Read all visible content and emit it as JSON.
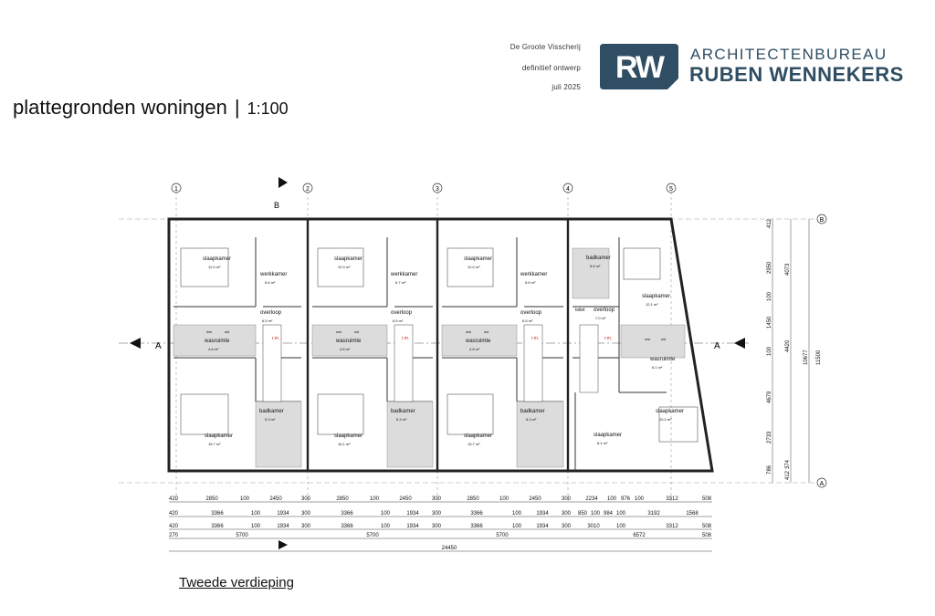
{
  "header": {
    "project": "De Groote Visscherij",
    "phase": "definitief ontwerp",
    "date": "juli 2025",
    "title": "plattegronden woningen",
    "separator": "|",
    "scale": "1:100"
  },
  "logo": {
    "mark": "RW",
    "line1": "ARCHITECTENBUREAU",
    "line2": "RUBEN WENNEKERS",
    "color": "#2f4d63"
  },
  "plan": {
    "grid_labels": [
      "1",
      "2",
      "3",
      "4",
      "5"
    ],
    "row_labels": [
      "B",
      "A"
    ],
    "section_labels": {
      "a_left": "A",
      "a_right": "A",
      "b_top": "B"
    },
    "rooms": [
      {
        "name": "slaapkamer",
        "area": "12.0 m²"
      },
      {
        "name": "werkkamer",
        "area": "5.6 m²"
      },
      {
        "name": "overloop",
        "area": "6.5 m²"
      },
      {
        "name": "wasruimte",
        "area": "4.8 m²"
      },
      {
        "name": "slaapkamer",
        "area": "15.7 m²"
      },
      {
        "name": "badkamer",
        "area": "5.3 m²"
      },
      {
        "name": "slaapkamer",
        "area": "12.0 m²"
      },
      {
        "name": "werkkamer",
        "area": "6.7 m²"
      },
      {
        "name": "overloop",
        "area": "6.5 m²"
      },
      {
        "name": "wasruimte",
        "area": "4.8 m²"
      },
      {
        "name": "slaapkamer",
        "area": "16.1 m²"
      },
      {
        "name": "badkamer",
        "area": "5.3 m²"
      },
      {
        "name": "slaapkamer",
        "area": "12.0 m²"
      },
      {
        "name": "werkkamer",
        "area": "5.6 m²"
      },
      {
        "name": "overloop",
        "area": "6.5 m²"
      },
      {
        "name": "wasruimte",
        "area": "4.8 m²"
      },
      {
        "name": "slaapkamer",
        "area": "15.7 m²"
      },
      {
        "name": "badkamer",
        "area": "5.3 m²"
      },
      {
        "name": "badkamer",
        "area": "5.6 m²"
      },
      {
        "name": "toilet",
        "area": ""
      },
      {
        "name": "overloop",
        "area": "7.0 m²"
      },
      {
        "name": "slaapkamer",
        "area": "12.1 m²"
      },
      {
        "name": "wasruimte",
        "area": "6.1 m²"
      },
      {
        "name": "slaapkamer",
        "area": "10.2 m²"
      },
      {
        "name": "slaapkamer",
        "area": "8.1 m²"
      }
    ],
    "fixtures": {
      "washer": "wm",
      "dryer": "wd",
      "rm": "r.m."
    },
    "dim_rows": [
      [
        "420",
        "2850",
        "100",
        "2450",
        "300",
        "2850",
        "100",
        "2450",
        "300",
        "2850",
        "100",
        "2450",
        "300",
        "2234",
        "100",
        "976",
        "100",
        "3312",
        "508"
      ],
      [
        "420",
        "3366",
        "100",
        "1934",
        "300",
        "3366",
        "100",
        "1934",
        "300",
        "3366",
        "100",
        "1934",
        "300",
        "850",
        "100",
        "984",
        "100",
        "3192",
        "1568"
      ],
      [
        "420",
        "3366",
        "100",
        "1934",
        "300",
        "3366",
        "100",
        "1934",
        "300",
        "3366",
        "100",
        "1934",
        "300",
        "3010",
        "100",
        "3312",
        "508"
      ],
      [
        "270",
        "5700",
        "5700",
        "5700",
        "6572",
        "508"
      ],
      [
        "24450"
      ]
    ],
    "right_dims_inner": [
      "412",
      "2950",
      "100",
      "1450",
      "100",
      "4679",
      "2733",
      "786",
      "412"
    ],
    "right_dims_mid": [
      "4073",
      "4420",
      "374"
    ],
    "right_dims_outer": [
      "10677",
      "11500"
    ]
  },
  "caption": "Tweede verdieping"
}
